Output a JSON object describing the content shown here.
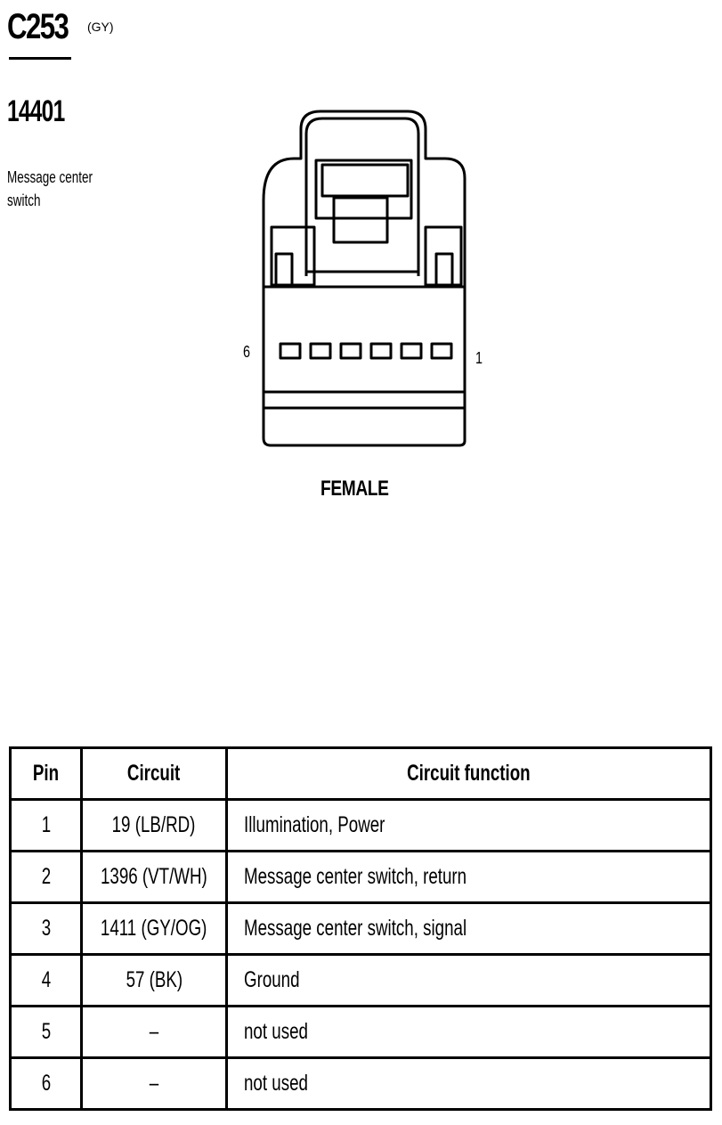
{
  "connector": {
    "id": "C253",
    "color": "(GY)",
    "part_number": "14401",
    "description": "Message center switch",
    "gender": "FEMALE",
    "pin_first": "6",
    "pin_last": "1"
  },
  "table": {
    "headers": [
      "Pin",
      "Circuit",
      "Circuit function"
    ],
    "rows": [
      {
        "pin": "1",
        "circuit": "19 (LB/RD)",
        "function": "Illumination, Power"
      },
      {
        "pin": "2",
        "circuit": "1396 (VT/WH)",
        "function": "Message center switch, return"
      },
      {
        "pin": "3",
        "circuit": "1411 (GY/OG)",
        "function": "Message center switch, signal"
      },
      {
        "pin": "4",
        "circuit": "57 (BK)",
        "function": "Ground"
      },
      {
        "pin": "5",
        "circuit": "–",
        "function": "not used"
      },
      {
        "pin": "6",
        "circuit": "–",
        "function": "not used"
      }
    ]
  }
}
